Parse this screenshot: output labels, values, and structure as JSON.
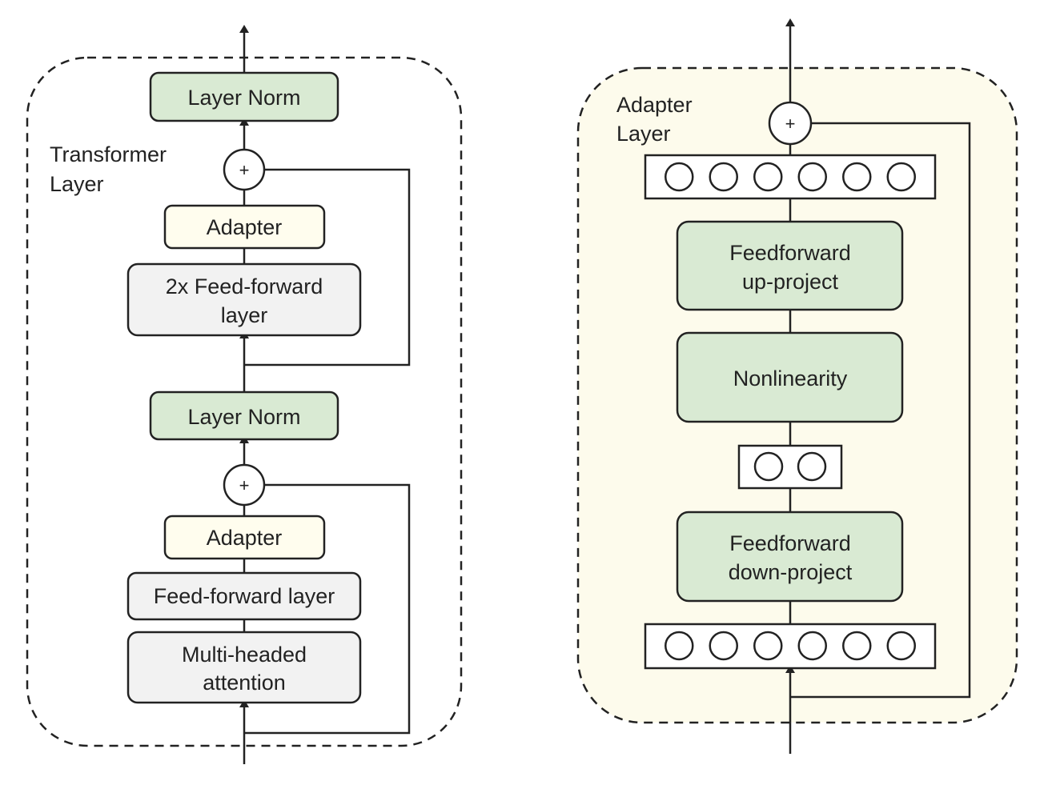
{
  "transformer": {
    "title_line1": "Transformer",
    "title_line2": "Layer",
    "layer_norm_top": "Layer Norm",
    "plus_top": "+",
    "adapter_top": "Adapter",
    "ffn2x_line1": "2x Feed-forward",
    "ffn2x_line2": "layer",
    "layer_norm_bottom": "Layer Norm",
    "plus_bottom": "+",
    "adapter_bottom": "Adapter",
    "ffn": "Feed-forward layer",
    "mha_line1": "Multi-headed",
    "mha_line2": "attention"
  },
  "adapter_layer": {
    "title_line1": "Adapter",
    "title_line2": "Layer",
    "plus": "+",
    "up_line1": "Feedforward",
    "up_line2": "up-project",
    "nonlinearity": "Nonlinearity",
    "down_line1": "Feedforward",
    "down_line2": "down-project",
    "top_units": 6,
    "bottleneck_units": 2,
    "bottom_units": 6
  },
  "colors": {
    "green_fill": "#d9ead3",
    "adapter_fill": "#fffdee",
    "gray_fill": "#f2f2f2",
    "panel_fill": "#fdfbec",
    "stroke": "#222222"
  }
}
